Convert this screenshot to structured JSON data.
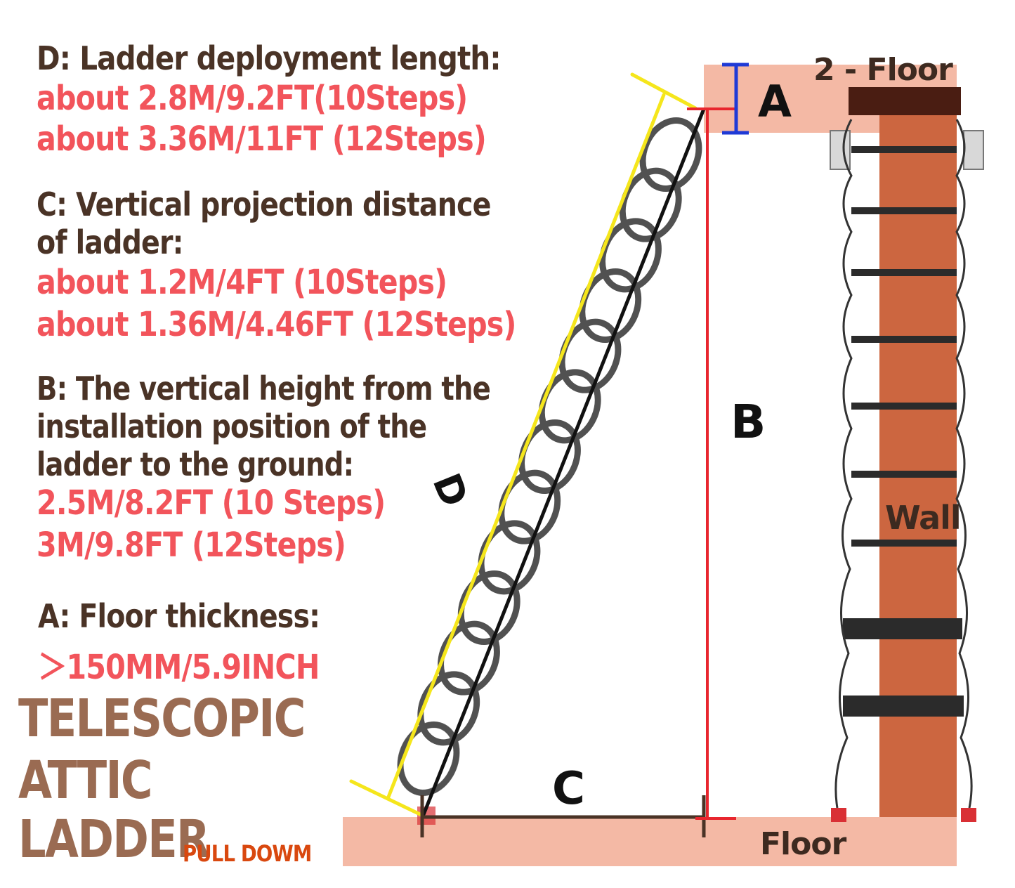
{
  "specs": {
    "d": {
      "heading": "D: Ladder deployment length:",
      "line1": "about 2.8M/9.2FT(10Steps)",
      "line2": "about 3.36M/11FT (12Steps)"
    },
    "c": {
      "heading_1": "C: Vertical projection distance",
      "heading_2": "of ladder:",
      "line1": "about 1.2M/4FT (10Steps)",
      "line2": "about 1.36M/4.46FT (12Steps)"
    },
    "b": {
      "heading_1": "B: The vertical height from the",
      "heading_2": "installation position of the",
      "heading_3": "ladder to the ground:",
      "line1": "2.5M/8.2FT (10 Steps)",
      "line2": "3M/9.8FT (12Steps)"
    },
    "a": {
      "heading": "A: Floor thickness:",
      "line1": "＞150MM/5.9INCH"
    }
  },
  "brand": {
    "line1": "TELESCOPIC",
    "line2": "ATTIC",
    "line3": "LADDER",
    "tag": "PULL DOWM"
  },
  "diagram": {
    "label_upper_floor": "2 - Floor",
    "label_floor": "Floor",
    "label_wall": "Wall",
    "label_a": "A",
    "label_b": "B",
    "label_c": "C",
    "label_d": "D"
  },
  "colors": {
    "heading": "#4a3326",
    "value": "#f2545b",
    "brand": "#9a6b52",
    "tag": "#d9480f",
    "floor_slab": "#f4b9a5",
    "wall": "#cc6640",
    "dim_a": "#1f3ad6",
    "dim_b": "#e8262e",
    "dim_c": "#4a3326",
    "dim_d": "#f5e61c"
  }
}
